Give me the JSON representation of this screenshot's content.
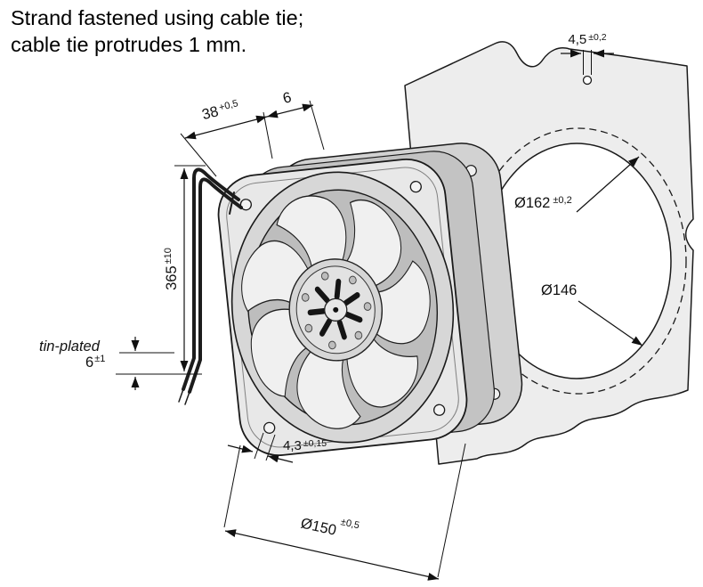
{
  "note": {
    "line1": "Strand fastened using cable tie;",
    "line2": "cable tie protrudes 1 mm."
  },
  "dimensions": {
    "depth": {
      "value": "38",
      "tol": "+0,5"
    },
    "protrusion": {
      "value": "6"
    },
    "mounting_hole_top": {
      "value": "4,5",
      "tol": "±0,2"
    },
    "strand_length": {
      "value": "365",
      "tol": "±10"
    },
    "bolt_circle_dia": {
      "value": "Ø162",
      "tol": "±0,2"
    },
    "cutout_dia": {
      "value": "Ø146"
    },
    "wire_end_label": "tin-plated",
    "stripped_length": {
      "value": "6",
      "tol": "±1"
    },
    "mounting_hole_bottom": {
      "value": "4,3",
      "tol": "±0,15"
    },
    "fan_outer_dia": {
      "value": "Ø150",
      "tol": "±0,5"
    }
  },
  "colors": {
    "line": "#1a1a1a",
    "plate_fill": "#ededed",
    "fan_flange_fill": "#e8e8e8",
    "background": "#ffffff"
  }
}
